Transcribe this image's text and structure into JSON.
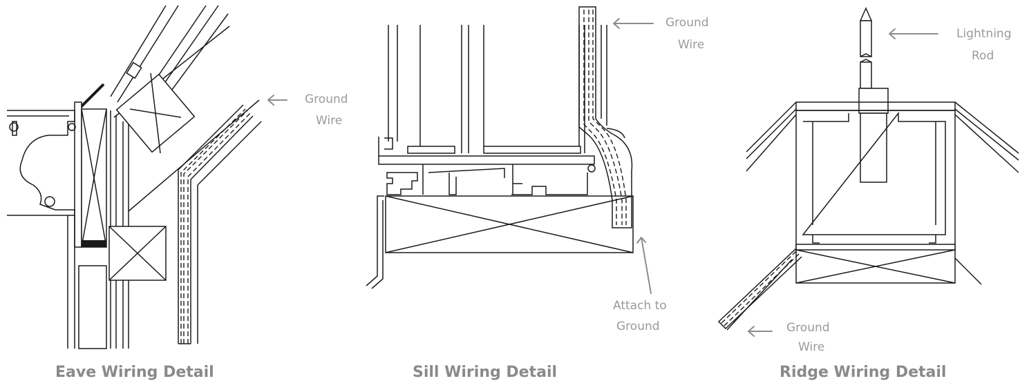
{
  "panels": {
    "eave": {
      "caption": "Eave Wiring Detail",
      "ground_label_line1": "Ground",
      "ground_label_line2": "Wire"
    },
    "sill": {
      "caption": "Sill Wiring Detail",
      "ground_label_line1": "Ground",
      "ground_label_line2": "Wire",
      "attach_label_line1": "Attach to",
      "attach_label_line2": "Ground"
    },
    "ridge": {
      "caption": "Ridge Wiring Detail",
      "rod_label_line1": "Lightning",
      "rod_label_line2": "Rod",
      "ground_label_line1": "Ground",
      "ground_label_line2": "Wire"
    }
  },
  "colors": {
    "line": "#1a1a1a",
    "label": "#9a9a9a",
    "caption": "#8a8a8a"
  }
}
